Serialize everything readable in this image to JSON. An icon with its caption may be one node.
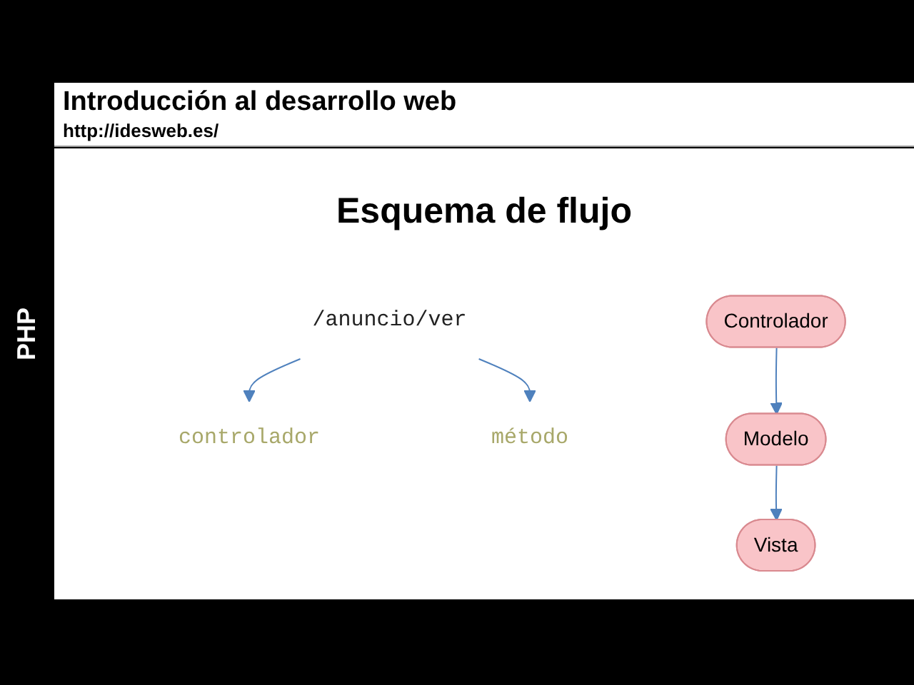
{
  "diagram": {
    "title": "Esquema de flujo",
    "nodes": [
      {
        "text": [
          "/anuncio/ver"
        ]
      },
      {
        "text": [
          "controlador"
        ]
      },
      {
        "text": [
          "método"
        ]
      },
      {
        "text": [
          "Controlador"
        ]
      },
      {
        "text": [
          "Modelo"
        ]
      },
      {
        "text": [
          "Vista"
        ]
      }
    ],
    "edges": [
      {
        "from": 0,
        "to": 1,
        "arrow": "to"
      },
      {
        "from": 0,
        "to": 2,
        "arrow": "to"
      },
      {
        "from": 3,
        "to": 4,
        "arrow": "to"
      },
      {
        "from": 4,
        "to": 5,
        "arrow": "to"
      }
    ],
    "labels": [
      "Introducción al desarrollo web",
      "http://idesweb.es/",
      "PHP"
    ]
  }
}
